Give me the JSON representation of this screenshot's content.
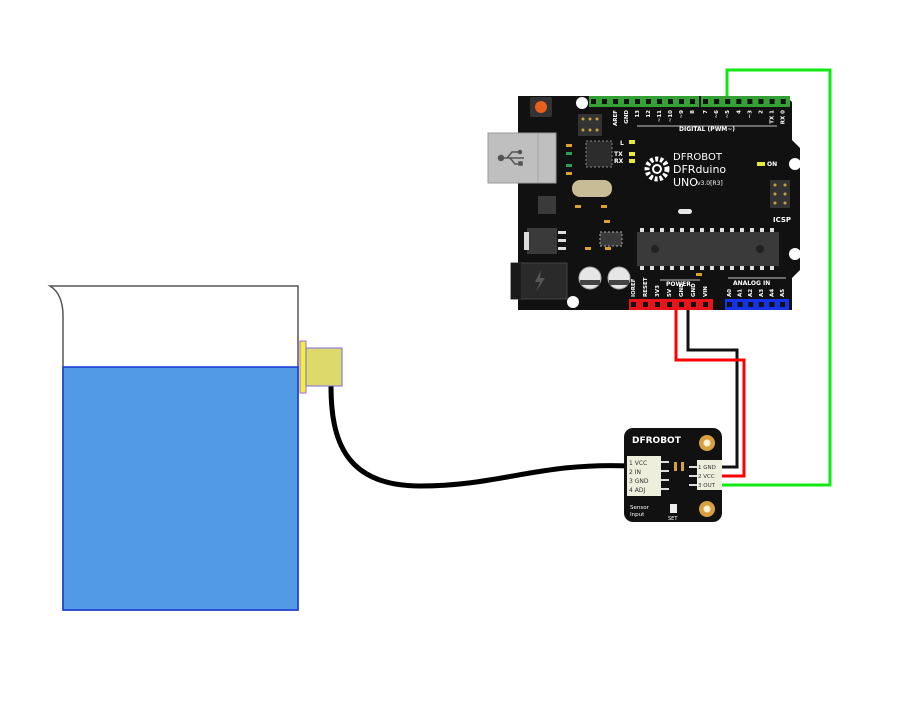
{
  "diagram": {
    "title": "",
    "colors": {
      "water": "#529be4",
      "water_border": "#1536d6",
      "board": "#111111",
      "header_green": "#35a035",
      "header_red": "#e8141a",
      "header_blue": "#1632e8",
      "wire_green": "#12e812",
      "wire_red": "#ff0000",
      "wire_black": "#111111",
      "probe": "#ddd96a",
      "probe_flange": "#f2ee3a",
      "probe_border": "#8a6ae6"
    },
    "beaker": {
      "name": "Beaker with water"
    },
    "probe": {
      "name": "Liquid level sensor probe"
    },
    "arduino": {
      "brand": "DFROBOT",
      "model": "DFRduino",
      "model_line": "UNO",
      "version": "v3.0[R3]",
      "on_label": "ON",
      "icsp_label": "ICSP",
      "led_labels": [
        "L",
        "TX",
        "RX"
      ],
      "digital_label": "DIGITAL (PWM~)",
      "digital_pins": [
        "AREF",
        "GND",
        "13",
        "12",
        "~11",
        "~10",
        "~9",
        "8",
        "7",
        "~6",
        "~5",
        "4",
        "~3",
        "2",
        "TX 1",
        "RX 0"
      ],
      "power_label": "POWER",
      "power_pins": [
        "IOREF",
        "RESET",
        "3V3",
        "5V",
        "GND",
        "GND",
        "VIN"
      ],
      "analog_label": "ANALOG IN",
      "analog_pins": [
        "A0",
        "A1",
        "A2",
        "A3",
        "A4",
        "A5"
      ]
    },
    "sensor_board": {
      "brand": "DFROBOT",
      "input_pins": [
        "1 VCC",
        "2 IN",
        "3 GND",
        "4 ADJ"
      ],
      "output_pins": [
        "1 GND",
        "2 VCC",
        "3 OUT"
      ],
      "input_label": "Sensor Input",
      "button_label": "SET"
    },
    "connections": [
      {
        "from": "Sensor GND",
        "to": "Arduino GND",
        "color": "black"
      },
      {
        "from": "Sensor VCC",
        "to": "Arduino 5V",
        "color": "red"
      },
      {
        "from": "Sensor OUT",
        "to": "Arduino digital pin ~5",
        "color": "green"
      },
      {
        "from": "Probe",
        "to": "Sensor Input",
        "color": "black"
      }
    ]
  }
}
